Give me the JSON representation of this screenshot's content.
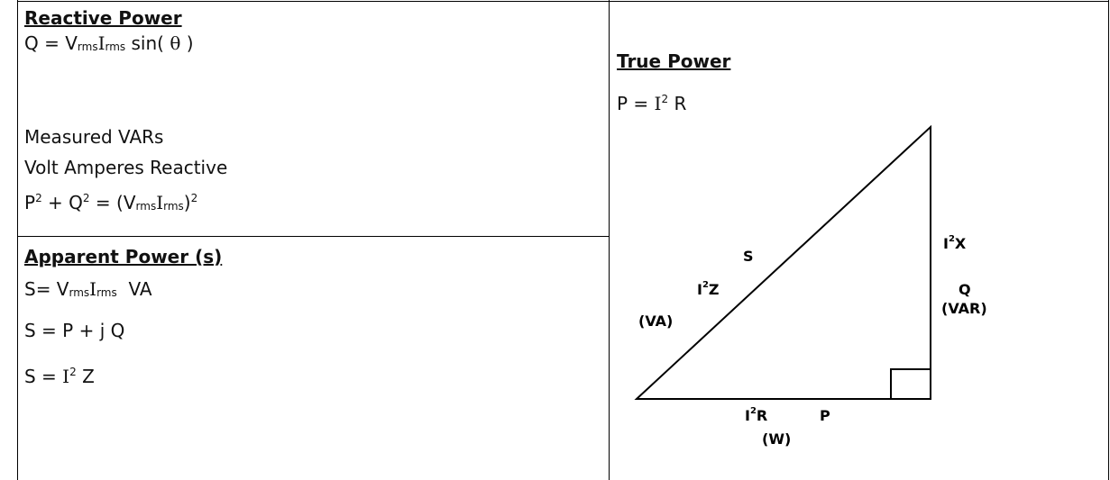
{
  "reactive": {
    "title": "Reactive Power",
    "formula_lhs": "Q = V",
    "rms_a": "rms",
    "I": "I",
    "rms_b": "rms",
    "sin_text": " sin( ",
    "theta": "θ",
    "close_paren": " )",
    "measured": "Measured VARs",
    "volt_amperes": "Volt Amperes Reactive",
    "eq_P": "P",
    "sq": "2",
    "eq_plus_Q": " + Q",
    "eq_equals_open": " = (V",
    "eq_close": ")"
  },
  "apparent": {
    "title": "Apparent Power (s)",
    "line1_lhs": "S= V",
    "rms_a": "rms",
    "I": "I",
    "rms_b": "rms",
    "line1_unit": "  VA",
    "line2": "S = P + j Q",
    "line3_lhs": "S = ",
    "line3_I": "I",
    "sq": "2",
    "line3_rhs": " Z"
  },
  "true_power": {
    "title": "True Power",
    "formula_lhs": "P = ",
    "I": "I",
    "sq": "2",
    "formula_rhs": " R"
  },
  "triangle": {
    "hyp_S": "S",
    "hyp_I2Z_I": "I",
    "hyp_I2Z_Z": "Z",
    "hyp_VA": "(VA)",
    "side_I2X_I": "I",
    "side_I2X_X": "X",
    "side_Q": "Q",
    "side_VAR": "(VAR)",
    "base_I2R_I": "I",
    "base_I2R_R": "R",
    "base_P": "P",
    "base_W": "(W)",
    "sq": "2"
  }
}
